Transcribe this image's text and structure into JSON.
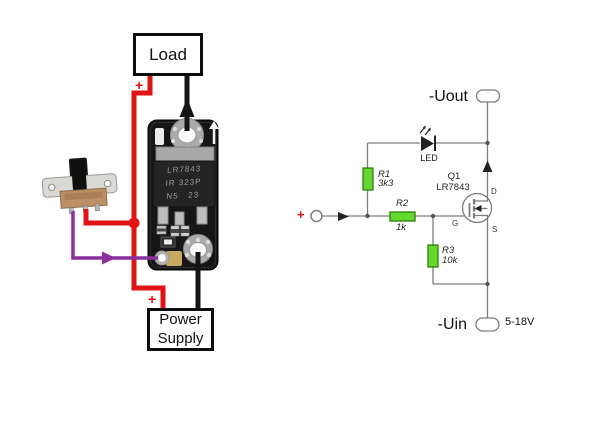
{
  "colors": {
    "background": "#ffffff",
    "wire_red": "#e01414",
    "wire_black": "#151515",
    "wire_purple": "#8b2f9e",
    "schematic_line": "#7d7d7d",
    "resistor_fill": "#63d92e",
    "resistor_border": "#2f7d12",
    "plus_red": "#dd1111",
    "pcb_black": "#161616",
    "pad_silver": "#ababab",
    "switch_body_tan": "#bb9066"
  },
  "illustration": {
    "load_label": "Load",
    "power_label": "Power Supply",
    "plus_top": "+",
    "plus_bottom": "+",
    "chip_marking": {
      "line1": "LR7843",
      "line2": "IR 323P",
      "line3": "N5   23"
    }
  },
  "schematic": {
    "uout_label": "-Uout",
    "uin_label": "-Uin",
    "voltage_range": "5-18V",
    "input_plus": "+",
    "led_label": "LED",
    "mosfet": {
      "ref": "Q1",
      "part": "LR7843",
      "pin_drain": "D",
      "pin_gate": "G",
      "pin_source": "S"
    },
    "r1": {
      "ref": "R1",
      "value": "3k3"
    },
    "r2": {
      "ref": "R2",
      "value": "1k"
    },
    "r3": {
      "ref": "R3",
      "value": "10k"
    }
  }
}
